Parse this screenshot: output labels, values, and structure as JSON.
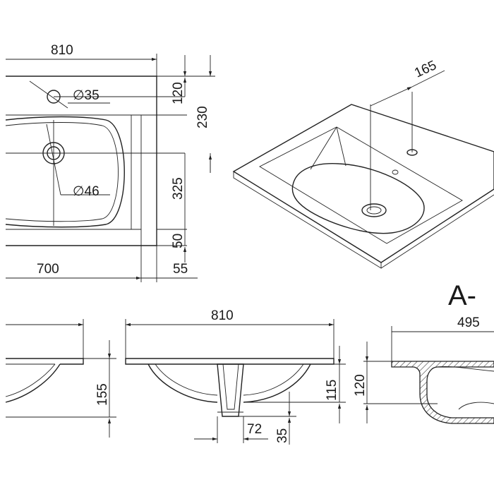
{
  "top_view": {
    "width_total": "810",
    "basin_width": "700",
    "tap_hole_diameter": "∅35",
    "drain_diameter": "∅46",
    "dim_120": "120",
    "dim_230": "230",
    "dim_325": "325",
    "dim_50": "50",
    "dim_55": "55"
  },
  "iso_view": {
    "dim_165": "165"
  },
  "side_view_left": {
    "dim_155": "155"
  },
  "front_view": {
    "width_total": "810",
    "dim_115": "115",
    "dim_72": "72",
    "dim_35": "35"
  },
  "section_view": {
    "label": "A-",
    "dim_495": "495",
    "dim_120": "120"
  }
}
